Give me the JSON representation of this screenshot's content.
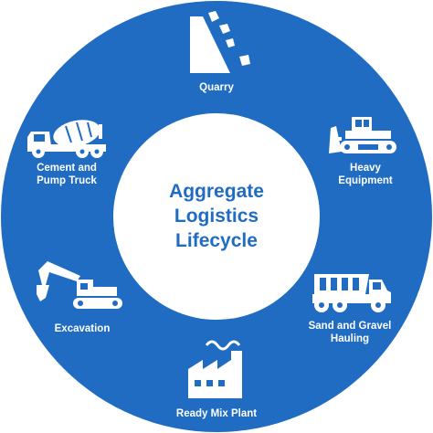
{
  "diagram": {
    "title_lines": [
      "Aggregate",
      "Logistics",
      "Lifecycle"
    ],
    "colors": {
      "ring": "#1f6cc2",
      "center": "#ffffff",
      "title": "#1f6cc2",
      "icon": "#ffffff"
    },
    "stages": [
      {
        "label_lines": [
          "Quarry"
        ],
        "icon": "quarry-rock-icon"
      },
      {
        "label_lines": [
          "Heavy",
          "Equipment"
        ],
        "icon": "bulldozer-icon"
      },
      {
        "label_lines": [
          "Sand and Gravel",
          "Hauling"
        ],
        "icon": "dump-truck-icon"
      },
      {
        "label_lines": [
          "Ready Mix Plant"
        ],
        "icon": "factory-icon"
      },
      {
        "label_lines": [
          "Excavation"
        ],
        "icon": "excavator-icon"
      },
      {
        "label_lines": [
          "Cement and",
          "Pump Truck"
        ],
        "icon": "cement-mixer-truck-icon"
      }
    ]
  }
}
